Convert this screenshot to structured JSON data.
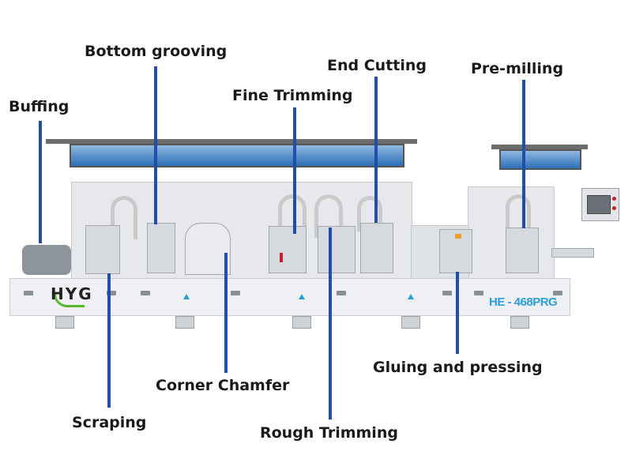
{
  "diagram": {
    "subject": "Edge banding machine with labeled processing stations",
    "brand_logo": "HYG",
    "model_label": "HE - 468PRG",
    "leader_color": "#1f4fa8",
    "labels": [
      {
        "id": "bottom-grooving",
        "text": "Bottom grooving"
      },
      {
        "id": "buffing",
        "text": "Buffing"
      },
      {
        "id": "fine-trimming",
        "text": "Fine Trimming"
      },
      {
        "id": "end-cutting",
        "text": "End Cutting"
      },
      {
        "id": "pre-milling",
        "text": "Pre-milling"
      },
      {
        "id": "gluing-and-pressing",
        "text": "Gluing and pressing"
      },
      {
        "id": "corner-chamfer",
        "text": "Corner Chamfer"
      },
      {
        "id": "scraping",
        "text": "Scraping"
      },
      {
        "id": "rough-trimming",
        "text": "Rough Trimming"
      }
    ]
  }
}
